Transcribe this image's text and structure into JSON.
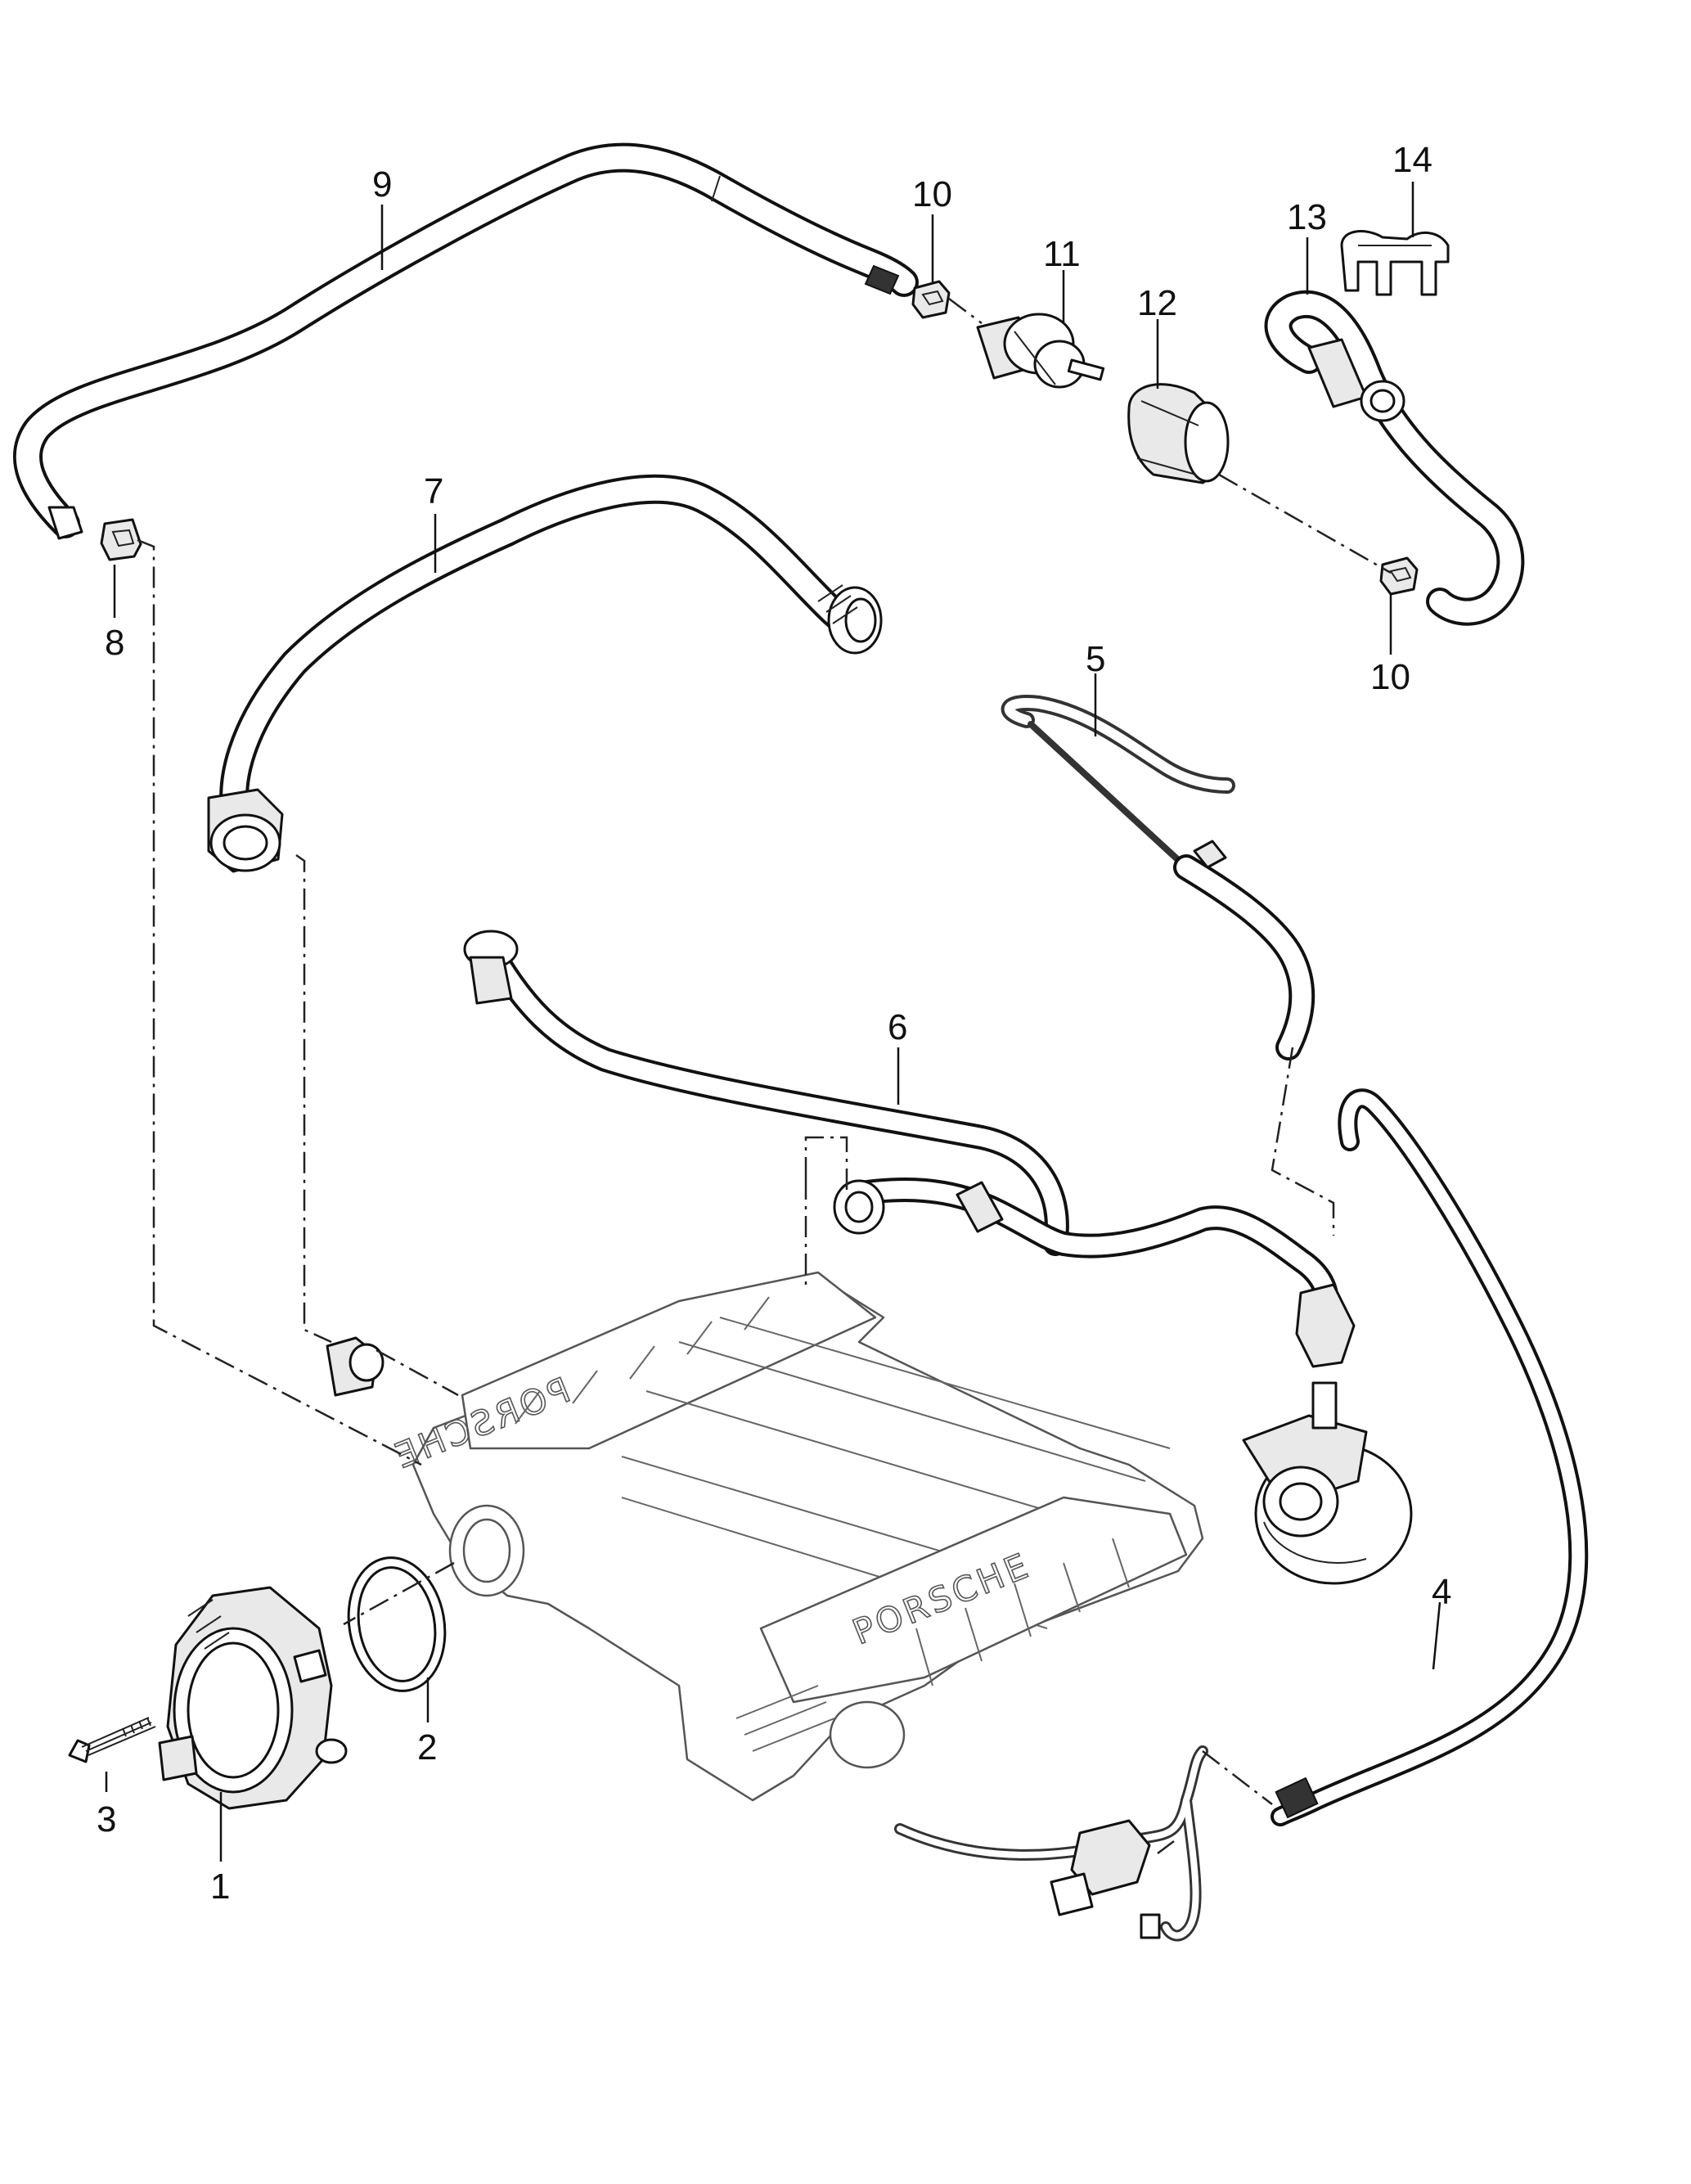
{
  "diagram": {
    "callouts": [
      {
        "id": "1",
        "label": "1"
      },
      {
        "id": "2",
        "label": "2"
      },
      {
        "id": "3",
        "label": "3"
      },
      {
        "id": "4",
        "label": "4"
      },
      {
        "id": "5",
        "label": "5"
      },
      {
        "id": "6",
        "label": "6"
      },
      {
        "id": "7",
        "label": "7"
      },
      {
        "id": "8",
        "label": "8"
      },
      {
        "id": "9",
        "label": "9"
      },
      {
        "id": "10a",
        "label": "10"
      },
      {
        "id": "10b",
        "label": "10"
      },
      {
        "id": "11",
        "label": "11"
      },
      {
        "id": "12",
        "label": "12"
      },
      {
        "id": "13",
        "label": "13"
      },
      {
        "id": "14",
        "label": "14"
      }
    ],
    "logo_text_upper": "PORSCHE",
    "logo_text_lower": "PORSCHE"
  }
}
